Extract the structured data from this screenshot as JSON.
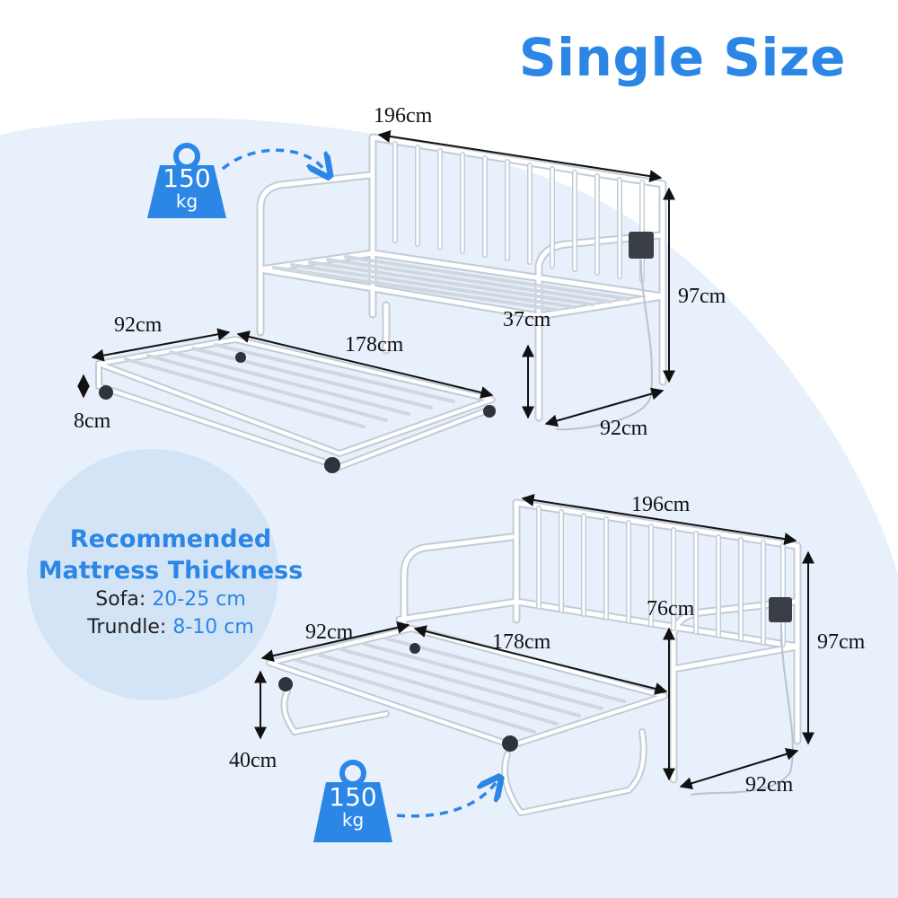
{
  "title": "Single Size",
  "colors": {
    "accent": "#2b86e6",
    "background_blob": "#e8f0fb",
    "circle": "#d3e4f7",
    "frame": "#ffffff",
    "frame_outline": "#c9d3dd"
  },
  "icons": [
    "weight-icon",
    "dashed-arrow-icon",
    "double-arrow-icon"
  ],
  "weight": {
    "value": "150",
    "unit": "kg"
  },
  "mattress": {
    "heading_line1": "Recommended",
    "heading_line2": "Mattress Thickness",
    "sofa_label": "Sofa:",
    "sofa_value": "20-25 cm",
    "trundle_label": "Trundle:",
    "trundle_value": "8-10 cm"
  },
  "top_diagram": {
    "length": "196cm",
    "height": "97cm",
    "seat_height": "37cm",
    "depth": "92cm",
    "trundle_width": "92cm",
    "trundle_length": "178cm",
    "trundle_height": "8cm"
  },
  "bottom_diagram": {
    "length": "196cm",
    "height": "97cm",
    "seat_height": "76cm",
    "depth": "92cm",
    "trundle_width": "92cm",
    "trundle_length": "178cm",
    "trundle_height": "40cm"
  }
}
